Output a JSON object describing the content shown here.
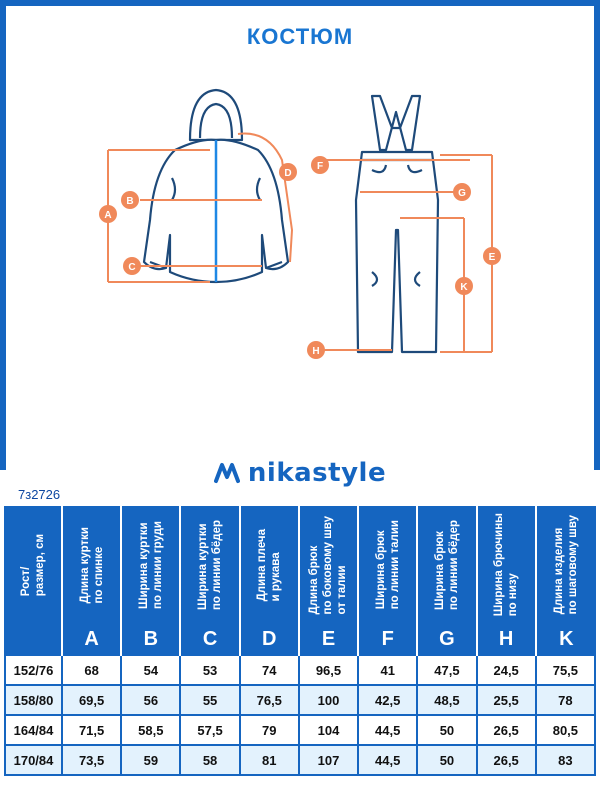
{
  "title": "КОСТЮМ",
  "brand": "nikastyle",
  "article": "7з2726",
  "colors": {
    "primary": "#1565c0",
    "accent": "#f0895a",
    "light_row": "#e3f2fd"
  },
  "markers": [
    "A",
    "B",
    "C",
    "D",
    "F",
    "G",
    "E",
    "K",
    "H"
  ],
  "table": {
    "headers": [
      {
        "text": "Рост/\nразмер, см",
        "letter": ""
      },
      {
        "text": "Длина куртки\nпо спинке",
        "letter": "A"
      },
      {
        "text": "Ширина куртки\nпо линии груди",
        "letter": "B"
      },
      {
        "text": "Ширина куртки\nпо линии бёдер",
        "letter": "C"
      },
      {
        "text": "Длина плеча\nи рукава",
        "letter": "D"
      },
      {
        "text": "Длина брюк\nпо боковому шву\nот талии",
        "letter": "E"
      },
      {
        "text": "Ширина брюк\nпо линии талии",
        "letter": "F"
      },
      {
        "text": "Ширина брюк\nпо линии бёдер",
        "letter": "G"
      },
      {
        "text": "Ширина брючины\nпо низу",
        "letter": "H"
      },
      {
        "text": "Длина изделия\nпо шаговому шву",
        "letter": "K"
      }
    ],
    "rows": [
      [
        "152/76",
        "68",
        "54",
        "53",
        "74",
        "96,5",
        "41",
        "47,5",
        "24,5",
        "75,5"
      ],
      [
        "158/80",
        "69,5",
        "56",
        "55",
        "76,5",
        "100",
        "42,5",
        "48,5",
        "25,5",
        "78"
      ],
      [
        "164/84",
        "71,5",
        "58,5",
        "57,5",
        "79",
        "104",
        "44,5",
        "50",
        "26,5",
        "80,5"
      ],
      [
        "170/84",
        "73,5",
        "59",
        "58",
        "81",
        "107",
        "44,5",
        "50",
        "26,5",
        "83"
      ]
    ]
  }
}
